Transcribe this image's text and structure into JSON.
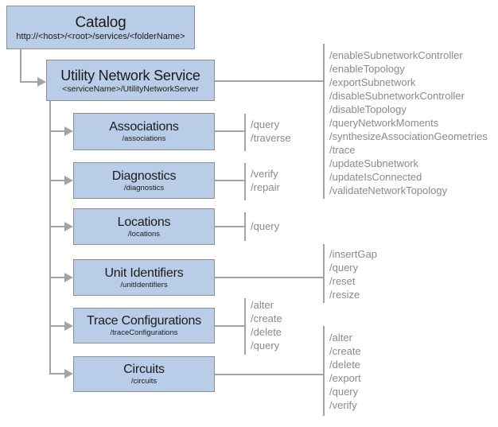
{
  "colors": {
    "background": "#ffffff",
    "box_fill": "#b9cce8",
    "box_border": "#8f8f8f",
    "line": "#a3a3a3",
    "title_text": "#1b1b1b",
    "operation_text": "#8a8a8a"
  },
  "diagram": {
    "catalog": {
      "title": "Catalog",
      "subtitle": "http://<host>/<root>/services/<folderName>"
    },
    "service": {
      "title": "Utility Network Service",
      "subtitle": "<serviceName>/UtilityNetworkServer",
      "operations": [
        "/enableSubnetworkController",
        "/enableTopology",
        "/exportSubnetwork",
        "/disableSubnetworkController",
        "/disableTopology",
        "/queryNetworkMoments",
        "/synthesizeAssociationGeometries",
        "/trace",
        "/updateSubnetwork",
        "/updateIsConnected",
        "/validateNetworkTopology"
      ]
    },
    "resources": [
      {
        "title": "Associations",
        "subtitle": "/associations",
        "operations": [
          "/query",
          "/traverse"
        ]
      },
      {
        "title": "Diagnostics",
        "subtitle": "/diagnostics",
        "operations": [
          "/verify",
          "/repair"
        ]
      },
      {
        "title": "Locations",
        "subtitle": "/locations",
        "operations": [
          "/query"
        ]
      },
      {
        "title": "Unit Identifiers",
        "subtitle": "/unitIdentifiers",
        "operations": [
          "/insertGap",
          "/query",
          "/reset",
          "/resize"
        ]
      },
      {
        "title": "Trace Configurations",
        "subtitle": "/traceConfigurations",
        "operations": [
          "/alter",
          "/create",
          "/delete",
          "/query"
        ]
      },
      {
        "title": "Circuits",
        "subtitle": "/circuits",
        "operations": [
          "/alter",
          "/create",
          "/delete",
          "/export",
          "/query",
          "/verify"
        ]
      }
    ]
  }
}
